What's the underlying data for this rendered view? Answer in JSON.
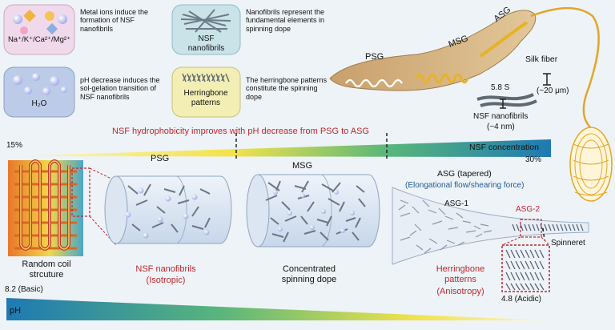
{
  "legend": {
    "metal_ions": {
      "box_text": "Na⁺/K⁺/Ca²⁺/Mg²⁺",
      "description": "Metal ions induce the formation of NSF nanofibrils"
    },
    "water": {
      "box_text": "H₂O",
      "description": "pH decrease induces the sol-gelation transition of NSF nanofibrils"
    },
    "nanofibrils": {
      "box_text": "NSF nanofibrils",
      "description": "Nanofibrils represent the fundamental elements in spinning dope"
    },
    "herringbone": {
      "box_text": "Herringbone patterns",
      "description": "The herringbone patterns constitute the spinning dope"
    }
  },
  "silkworm": {
    "psg": "PSG",
    "msg": "MSG",
    "asg": "ASG",
    "silk_fiber": "Silk fiber",
    "fiber_size": "(~20 μm)",
    "nanofibril_size_label": "5.8 S",
    "nanofibril_name": "NSF nanofibrils",
    "nanofibril_width": "(~4 nm)"
  },
  "hydrophobicity_note": "NSF hydrophobicity improves with pH decrease from PSG to ASG",
  "concentration": {
    "start": "15%",
    "label": "NSF concentration",
    "end": "30%"
  },
  "stages": {
    "psg": "PSG",
    "msg": "MSG",
    "asg": "ASG (tapered)",
    "asg_force": "(Elongational flow/shearing force)",
    "asg1": "ASG-1",
    "asg2": "ASG-2",
    "spinneret": "Spinneret"
  },
  "structures": {
    "random_coil": "Random coil strcuture",
    "isotropic_name": "NSF nanofibrils",
    "isotropic_state": "(Isotropic)",
    "concentrated": "Concentrated spinning dope",
    "herringbone_name": "Herringbone patterns",
    "herringbone_state": "(Anisotropy)"
  },
  "ph": {
    "start": "8.2 (Basic)",
    "label": "pH",
    "end": "4.8 (Acidic)"
  },
  "colors": {
    "accent_red": "#c0262c",
    "accent_blue": "#1f5a96",
    "silk_gold": "#e3a62a"
  }
}
